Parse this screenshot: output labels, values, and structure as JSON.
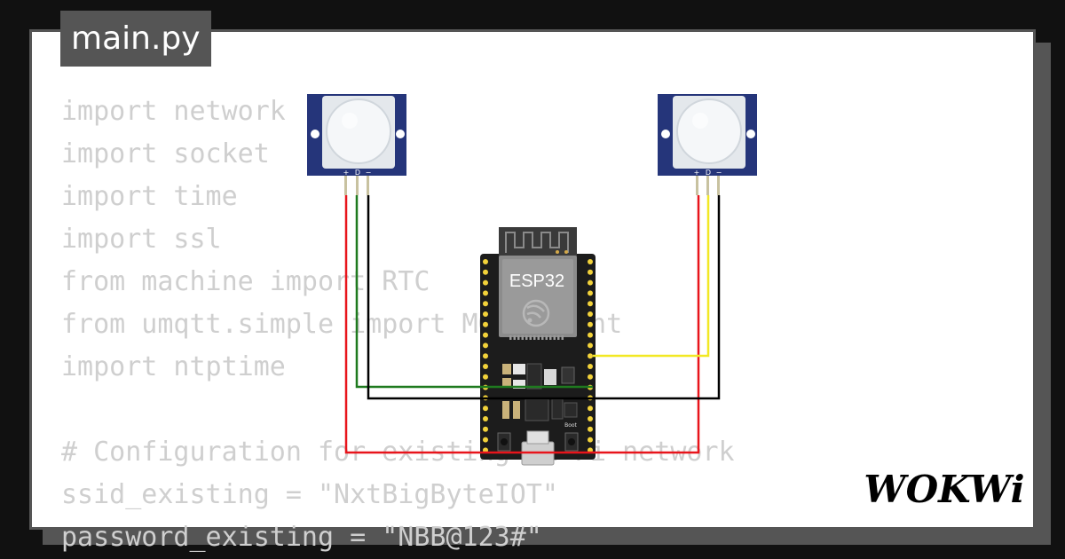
{
  "file_tab": {
    "label": "main.py"
  },
  "code_lines": [
    "import network",
    "import socket",
    "import time",
    "import ssl",
    "from machine import RTC",
    "from umqtt.simple import MQTTClient",
    "import ntptime",
    "",
    "# Configuration for existing Wi-Fi network",
    "ssid_existing = \"NxtBigByteIOT\"",
    "password_existing = \"NBB@123#\""
  ],
  "board": {
    "label": "ESP32",
    "button_label": "Boot"
  },
  "sensor_pin_labels": [
    "+",
    "D",
    "−"
  ],
  "brand": {
    "logo": "WOKWi"
  },
  "colors": {
    "background": "#111111",
    "card": "#ffffff",
    "frame": "#555555",
    "code_text": "#cfcfcf",
    "sensor_pcb": "#25357a",
    "board_pcb": "#1c1c1c",
    "wire_vcc": "#e8141b",
    "wire_data_left": "#1f7a1f",
    "wire_data_right": "#f2e824",
    "wire_gnd": "#000000"
  }
}
